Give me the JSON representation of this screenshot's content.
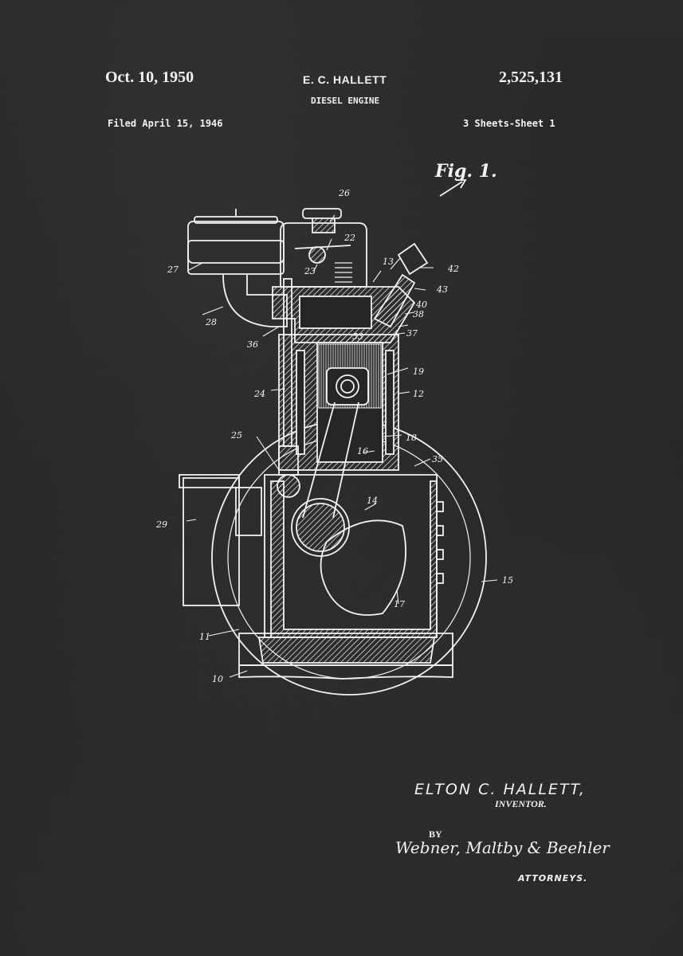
{
  "header": {
    "date": "Oct. 10, 1950",
    "inventor_short": "E. C. HALLETT",
    "patent_number": "2,525,131",
    "title": "DIESEL ENGINE",
    "filed": "Filed April 15, 1946",
    "sheets": "3 Sheets-Sheet 1"
  },
  "figure": {
    "label": "Fig. 1.",
    "reference_numerals": [
      "26",
      "22",
      "13",
      "42",
      "43",
      "40",
      "38",
      "27",
      "23",
      "28",
      "36",
      "53",
      "37",
      "19",
      "12",
      "24",
      "25",
      "18",
      "16",
      "35",
      "14",
      "29",
      "15",
      "17",
      "11",
      "10"
    ]
  },
  "signature": {
    "inventor_name": "ELTON C. HALLETT,",
    "inventor_role": "INVENTOR.",
    "by": "BY",
    "attorneys_signature": "Webner, Maltby & Beehler",
    "attorneys_role": "ATTORNEYS."
  },
  "colors": {
    "background": "#262626",
    "line": "#f2f2f2"
  }
}
